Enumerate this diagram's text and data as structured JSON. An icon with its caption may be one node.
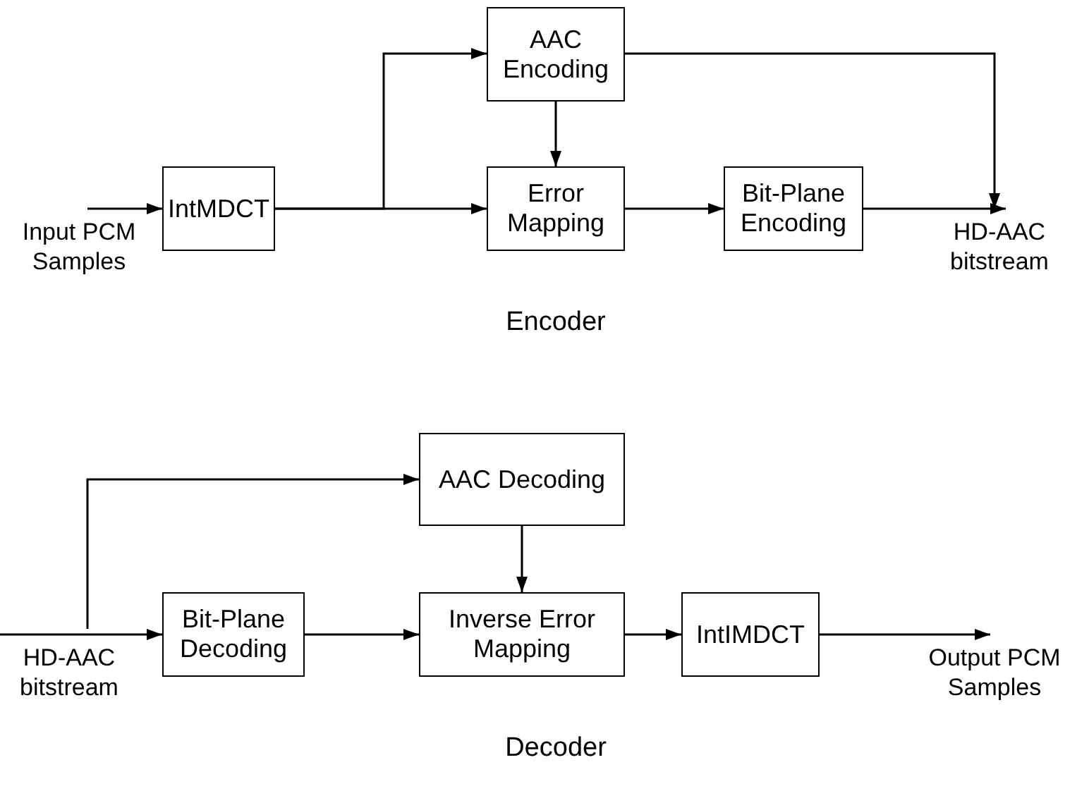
{
  "diagram": {
    "nodes": [
      {
        "text": [
          "Input PCM Samples"
        ]
      },
      {
        "text": [
          "IntMDCT"
        ]
      },
      {
        "text": [
          "AAC Encoding"
        ]
      },
      {
        "text": [
          "Error Mapping"
        ]
      },
      {
        "text": [
          "Bit-Plane Encoding"
        ]
      },
      {
        "text": [
          "HD-AAC bitstream"
        ]
      },
      {
        "text": [
          "HD-AAC bitstream"
        ]
      },
      {
        "text": [
          "AAC Decoding"
        ]
      },
      {
        "text": [
          "Bit-Plane Decoding"
        ]
      },
      {
        "text": [
          "Inverse Error Mapping"
        ]
      },
      {
        "text": [
          "IntIMDCT"
        ]
      },
      {
        "text": [
          "Output PCM Samples"
        ]
      }
    ],
    "edges": [
      {
        "from": 0,
        "to": 1,
        "arrow": "to"
      },
      {
        "from": 1,
        "to": 3,
        "arrow": "to"
      },
      {
        "from": 1,
        "to": 2,
        "arrow": "to"
      },
      {
        "from": 2,
        "to": 3,
        "arrow": "to"
      },
      {
        "from": 3,
        "to": 4,
        "arrow": "to"
      },
      {
        "from": 4,
        "to": 5,
        "arrow": "to"
      },
      {
        "from": 2,
        "to": 5,
        "arrow": "to"
      },
      {
        "from": 6,
        "to": 8,
        "arrow": "to"
      },
      {
        "from": 6,
        "to": 7,
        "arrow": "to"
      },
      {
        "from": 7,
        "to": 9,
        "arrow": "to"
      },
      {
        "from": 8,
        "to": 9,
        "arrow": "to"
      },
      {
        "from": 9,
        "to": 10,
        "arrow": "to"
      },
      {
        "from": 10,
        "to": 11,
        "arrow": "to"
      }
    ],
    "labels": [
      "Encoder",
      "Decoder"
    ]
  }
}
